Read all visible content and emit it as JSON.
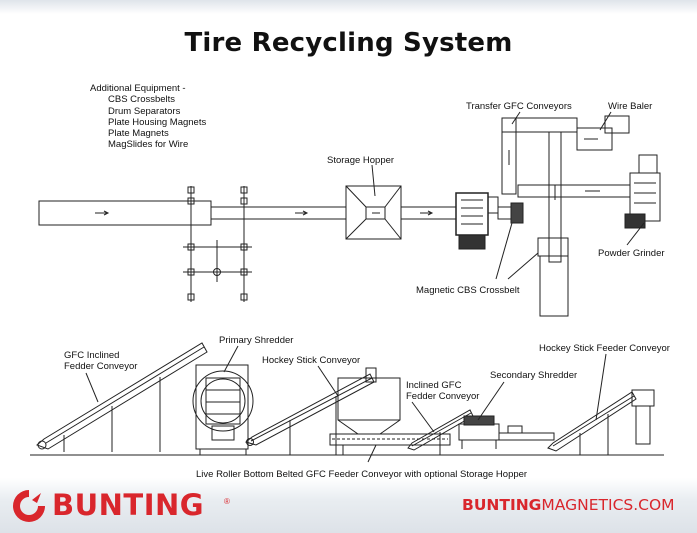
{
  "title": "Tire Recycling System",
  "additional_equipment": {
    "heading": "Additional Equipment -",
    "items": [
      "CBS Crossbelts",
      "Drum Separators",
      "Plate Housing Magnets",
      "Plate Magnets",
      "MagSlides for Wire"
    ]
  },
  "labels": {
    "storage_hopper": "Storage Hopper",
    "transfer_conveyors": "Transfer GFC Conveyors",
    "wire_baler": "Wire Baler",
    "powder_grinder": "Powder Grinder",
    "magnetic_crossbelt": "Magnetic CBS Crossbelt",
    "gfc_inclined_line1": "GFC Inclined",
    "gfc_inclined_line2": "Fedder Conveyor",
    "primary_shredder": "Primary Shredder",
    "hockey_stick_conveyor": "Hockey Stick Conveyor",
    "inclined_gfc_line1": "Inclined GFC",
    "inclined_gfc_line2": "Fedder Conveyor",
    "secondary_shredder": "Secondary Shredder",
    "hockey_stick_feeder": "Hockey Stick Feeder Conveyor",
    "live_roller_caption": "Live Roller Bottom Belted GFC Feeder Conveyor with optional Storage Hopper"
  },
  "brand": {
    "name": "BUNTING",
    "reg": "®",
    "url_part1": "BUNTING",
    "url_part2": "MAGNETICS.COM",
    "color": "#d9262c"
  }
}
